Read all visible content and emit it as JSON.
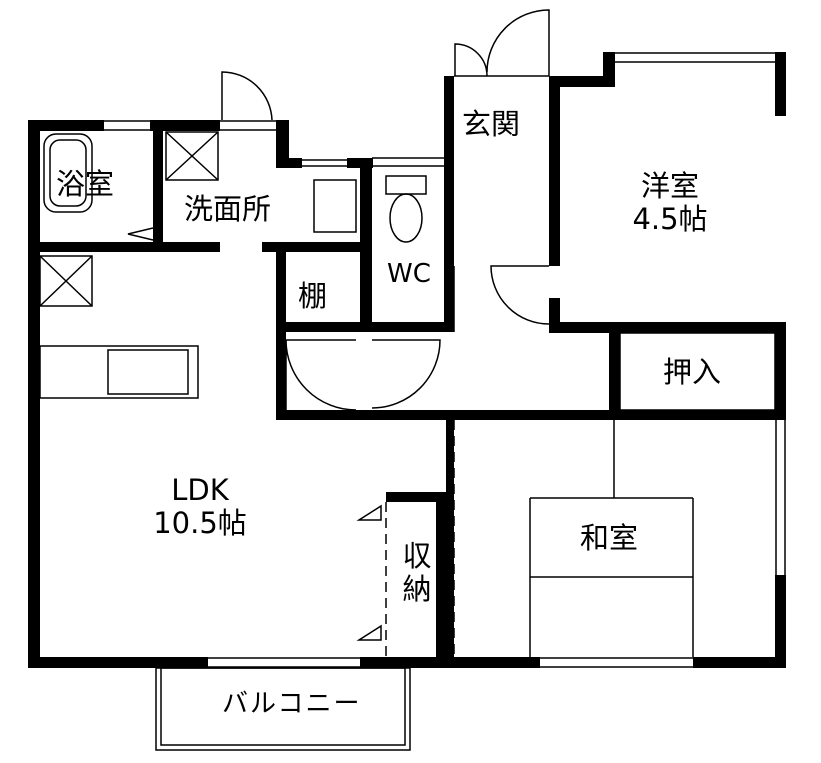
{
  "rooms": {
    "bath": {
      "name": "浴室"
    },
    "washroom": {
      "name": "洗面所"
    },
    "entrance": {
      "name": "玄関"
    },
    "western_room": {
      "name": "洋室",
      "size": "4.5帖"
    },
    "shelf": {
      "name": "棚"
    },
    "wc": {
      "name": "WC"
    },
    "oshiire": {
      "name": "押入"
    },
    "ldk": {
      "name": "LDK",
      "size": "10.5帖"
    },
    "storage": {
      "line1": "収",
      "line2": "納"
    },
    "japanese_room": {
      "name": "和室"
    },
    "balcony": {
      "name": "バルコニー"
    }
  },
  "colors": {
    "wall": "#000000",
    "fixture": "#000000",
    "background": "#ffffff"
  }
}
